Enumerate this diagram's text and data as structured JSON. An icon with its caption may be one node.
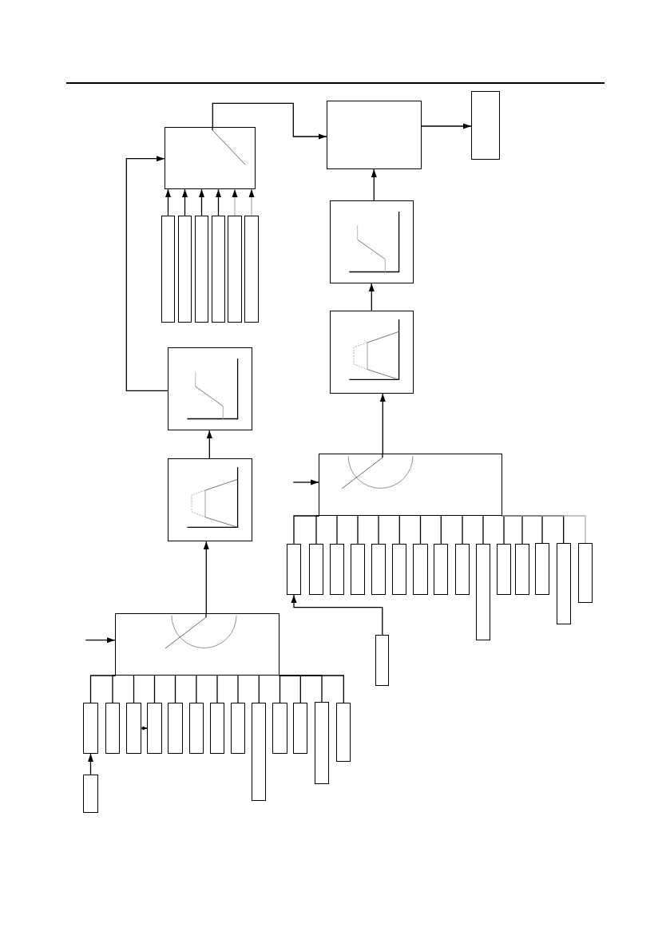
{
  "diagram": {
    "nodes": [
      {
        "text": [],
        "shape": "box"
      },
      {
        "text": [],
        "shape": "box"
      },
      {
        "text": [],
        "shape": "box"
      },
      {
        "text": [],
        "shape": "box"
      },
      {
        "text": [],
        "shape": "box"
      },
      {
        "text": [],
        "shape": "box"
      },
      {
        "text": [],
        "shape": "box"
      },
      {
        "text": [],
        "shape": "box"
      },
      {
        "text": [],
        "shape": "box"
      },
      {
        "text": [],
        "shape": "box"
      },
      {
        "text": [],
        "shape": "box"
      },
      {
        "text": [],
        "shape": "box"
      },
      {
        "text": [],
        "shape": "box"
      },
      {
        "text": [],
        "shape": "box"
      },
      {
        "text": [],
        "shape": "box"
      },
      {
        "text": [],
        "shape": "box"
      },
      {
        "text": [],
        "shape": "box"
      },
      {
        "text": [],
        "shape": "box"
      },
      {
        "text": [],
        "shape": "box"
      },
      {
        "text": [],
        "shape": "box"
      },
      {
        "text": [],
        "shape": "box"
      },
      {
        "text": [],
        "shape": "box"
      },
      {
        "text": [],
        "shape": "box"
      },
      {
        "text": [],
        "shape": "box"
      },
      {
        "text": [],
        "shape": "box"
      },
      {
        "text": [],
        "shape": "box"
      },
      {
        "text": [],
        "shape": "box"
      },
      {
        "text": [],
        "shape": "box"
      },
      {
        "text": [],
        "shape": "box"
      },
      {
        "text": [],
        "shape": "box"
      },
      {
        "text": [],
        "shape": "box"
      },
      {
        "text": [],
        "shape": "box"
      },
      {
        "text": [],
        "shape": "box"
      },
      {
        "text": [],
        "shape": "box"
      },
      {
        "text": [],
        "shape": "box"
      },
      {
        "text": [],
        "shape": "box"
      },
      {
        "text": [],
        "shape": "box"
      },
      {
        "text": [],
        "shape": "box"
      },
      {
        "text": [],
        "shape": "box"
      },
      {
        "text": [],
        "shape": "box"
      },
      {
        "text": [],
        "shape": "box"
      },
      {
        "text": [],
        "shape": "box"
      },
      {
        "text": [],
        "shape": "box"
      },
      {
        "text": [],
        "shape": "box"
      },
      {
        "text": [],
        "shape": "box"
      }
    ],
    "edges": [
      {
        "from": 0,
        "to": 1,
        "arrow": "to"
      },
      {
        "from": 1,
        "to": 2,
        "arrow": "to"
      },
      {
        "from": 4,
        "to": 0,
        "arrow": "to"
      },
      {
        "from": 5,
        "to": 0,
        "arrow": "to"
      },
      {
        "from": 6,
        "to": 0,
        "arrow": "to"
      },
      {
        "from": 7,
        "to": 0,
        "arrow": "to"
      },
      {
        "from": 8,
        "to": 0,
        "arrow": "to",
        "color": "#b0b0b0"
      },
      {
        "from": 9,
        "to": 0,
        "arrow": "to",
        "color": "#b0b0b0"
      },
      {
        "from": 3,
        "to": 1,
        "arrow": "to"
      },
      {
        "from": 10,
        "to": 3,
        "arrow": "to"
      },
      {
        "from": 11,
        "to": 0,
        "arrow": "to"
      },
      {
        "from": 12,
        "to": 11,
        "arrow": "to"
      },
      {
        "from": 13,
        "to": 10,
        "arrow": "to"
      },
      {
        "from": null,
        "to": 13,
        "arrow": "to"
      },
      {
        "from": 13,
        "to": 14,
        "arrow": "none"
      },
      {
        "from": 13,
        "to": 15,
        "arrow": "none"
      },
      {
        "from": 13,
        "to": 16,
        "arrow": "none"
      },
      {
        "from": 13,
        "to": 17,
        "arrow": "none"
      },
      {
        "from": 13,
        "to": 18,
        "arrow": "none"
      },
      {
        "from": 13,
        "to": 19,
        "arrow": "none"
      },
      {
        "from": 13,
        "to": 20,
        "arrow": "none"
      },
      {
        "from": 13,
        "to": 21,
        "arrow": "none"
      },
      {
        "from": 13,
        "to": 22,
        "arrow": "none"
      },
      {
        "from": 13,
        "to": 23,
        "arrow": "none"
      },
      {
        "from": 13,
        "to": 24,
        "arrow": "none"
      },
      {
        "from": 13,
        "to": 25,
        "arrow": "none"
      },
      {
        "from": 13,
        "to": 26,
        "arrow": "none"
      },
      {
        "from": 13,
        "to": 27,
        "arrow": "none"
      },
      {
        "from": 13,
        "to": 28,
        "arrow": "none",
        "color": "#b0b0b0"
      },
      {
        "from": 30,
        "to": 14,
        "arrow": "to"
      },
      {
        "from": 29,
        "to": 12,
        "arrow": "to"
      },
      {
        "from": null,
        "to": 29,
        "arrow": "to"
      },
      {
        "from": 29,
        "to": 31,
        "arrow": "none"
      },
      {
        "from": 29,
        "to": 32,
        "arrow": "none"
      },
      {
        "from": 29,
        "to": 33,
        "arrow": "none"
      },
      {
        "from": 29,
        "to": 34,
        "arrow": "none"
      },
      {
        "from": 29,
        "to": 35,
        "arrow": "none"
      },
      {
        "from": 29,
        "to": 36,
        "arrow": "none"
      },
      {
        "from": 29,
        "to": 37,
        "arrow": "none"
      },
      {
        "from": 29,
        "to": 38,
        "arrow": "none"
      },
      {
        "from": 29,
        "to": 39,
        "arrow": "none"
      },
      {
        "from": 29,
        "to": 40,
        "arrow": "none"
      },
      {
        "from": 29,
        "to": 41,
        "arrow": "none"
      },
      {
        "from": 29,
        "to": 42,
        "arrow": "none"
      },
      {
        "from": 29,
        "to": 43,
        "arrow": "none"
      },
      {
        "from": 33,
        "to": 34,
        "arrow": "to"
      },
      {
        "from": 44,
        "to": 31,
        "arrow": "to"
      }
    ]
  }
}
